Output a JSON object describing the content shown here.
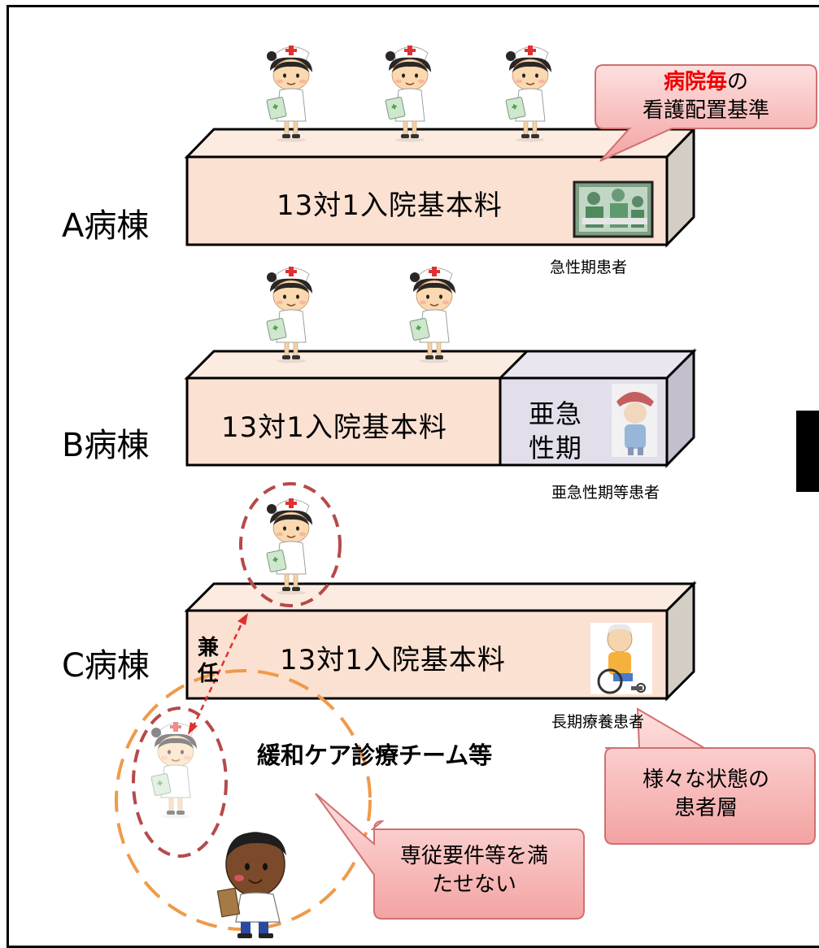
{
  "wards": [
    {
      "label": "A病棟",
      "box_label": "13対1入院基本料",
      "patient_label": "急性期患者"
    },
    {
      "label": "B病棟",
      "box_label": "13対1入院基本料",
      "side_label_line1": "亜急",
      "side_label_line2": "性期",
      "patient_label": "亜急性期等患者"
    },
    {
      "label": "C病棟",
      "box_label": "13対1入院基本料",
      "dual_label_line1": "兼",
      "dual_label_line2": "任",
      "patient_label": "長期療養患者"
    }
  ],
  "callouts": {
    "staffing": {
      "highlight": "病院毎",
      "suffix": "の",
      "line2": "看護配置基準"
    },
    "patients": {
      "line1": "様々な状態の",
      "line2": "患者層"
    },
    "requirements": {
      "line1": "専従要件等を満",
      "line2": "たせない"
    }
  },
  "team_label": "緩和ケア診療チーム等",
  "colors": {
    "box_front": "#fbe1d2",
    "box_top": "#fcebe0",
    "box_side": "#d4cdc4",
    "subacute_front": "#e2dfeb",
    "subacute_side": "#c3bfcc",
    "callout_fill": "#f6b7b6",
    "team_circle": "#ef9a4a",
    "nurse_circle": "#b54a4a",
    "highlight_red": "#ee0000"
  }
}
